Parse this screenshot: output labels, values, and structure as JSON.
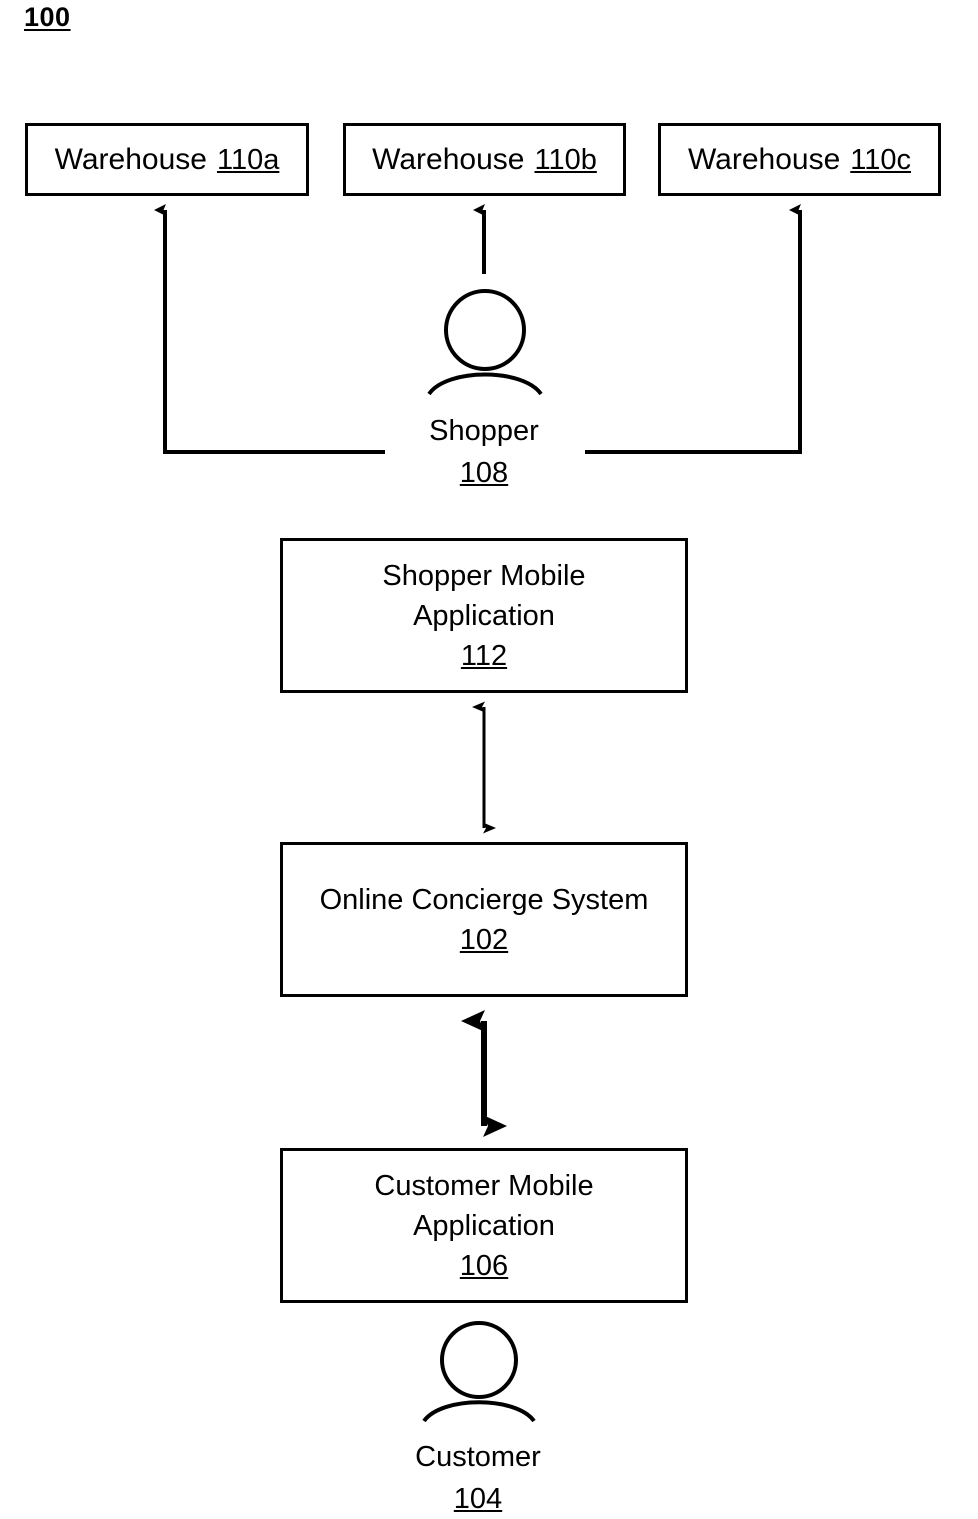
{
  "figure": {
    "number": "100"
  },
  "nodes": {
    "warehouse_a": {
      "label": "Warehouse",
      "ref": "110a"
    },
    "warehouse_b": {
      "label": "Warehouse",
      "ref": "110b"
    },
    "warehouse_c": {
      "label": "Warehouse",
      "ref": "110c"
    },
    "shopper_app": {
      "line1": "Shopper Mobile",
      "line2": "Application",
      "ref": "112"
    },
    "concierge": {
      "line1": "Online Concierge System",
      "ref": "102"
    },
    "customer_app": {
      "line1": "Customer Mobile",
      "line2": "Application",
      "ref": "106"
    }
  },
  "actors": {
    "shopper": {
      "label": "Shopper",
      "ref": "108",
      "icon": "person-icon"
    },
    "customer": {
      "label": "Customer",
      "ref": "104",
      "icon": "person-icon"
    }
  },
  "colors": {
    "stroke": "#000000",
    "background": "#ffffff"
  },
  "connections": [
    {
      "name": "shopper-to-warehouse-a",
      "from": "shopper",
      "to": "warehouse_a",
      "style": "solid-elbow",
      "arrowheads": "end"
    },
    {
      "name": "shopper-to-warehouse-b",
      "from": "shopper",
      "to": "warehouse_b",
      "style": "solid-straight",
      "arrowheads": "end"
    },
    {
      "name": "shopper-to-warehouse-c",
      "from": "shopper",
      "to": "warehouse_c",
      "style": "solid-elbow",
      "arrowheads": "end"
    },
    {
      "name": "shopper-app-to-concierge",
      "from": "shopper_app",
      "to": "concierge",
      "style": "thin",
      "arrowheads": "both"
    },
    {
      "name": "concierge-to-customer-app",
      "from": "concierge",
      "to": "customer_app",
      "style": "thick",
      "arrowheads": "both"
    }
  ]
}
